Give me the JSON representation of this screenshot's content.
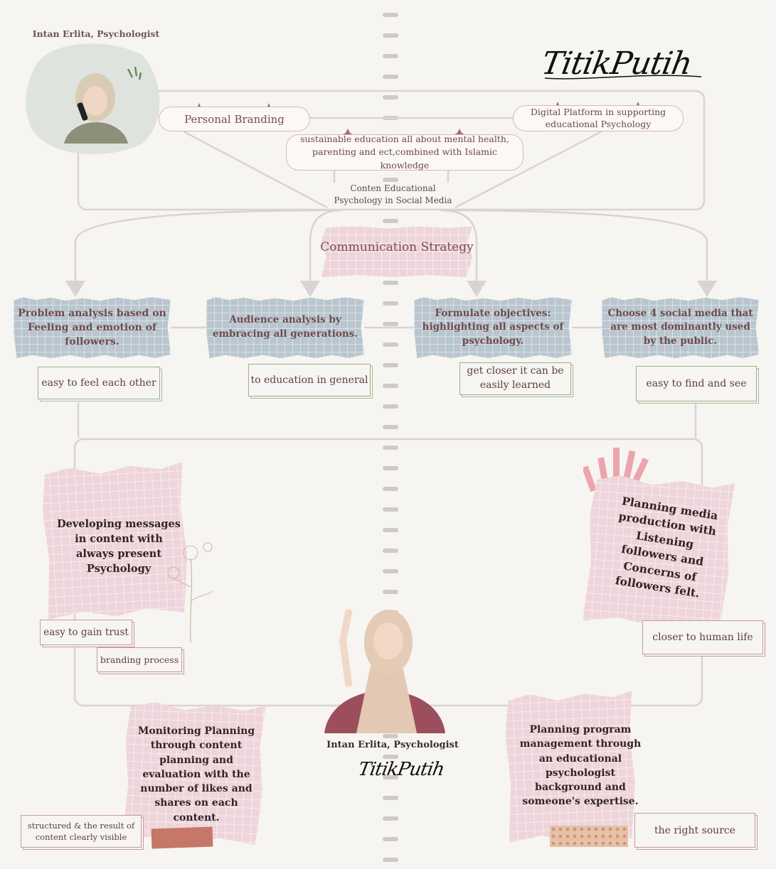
{
  "top_photo": {
    "caption": "Intan Erlita, Psychologist"
  },
  "logo_text": "TitikPutih",
  "top": {
    "personal_branding": "Personal Branding",
    "digital_platform": "Digital Platform in supporting educational  Psychology",
    "sustainable": "sustainable education all about mental health, parenting and ect,combined with Islamic knowledge",
    "conten": "Conten Educational Psychology in Social Media"
  },
  "strategy_title": "Communication Strategy",
  "analysis": [
    {
      "text": "Problem analysis based on Feeling and emotion of followers.",
      "tag": "easy to feel each other"
    },
    {
      "text": "Audience analysis by embracing all generations.",
      "tag": "to education in general"
    },
    {
      "text": "Formulate objectives: highlighting all aspects of psychology.",
      "tag": "get closer it can be easily learned"
    },
    {
      "text": "Choose 4 social media that are most dominantly used by the public.",
      "tag": "easy to find and see"
    }
  ],
  "notes": {
    "developing": "Developing messages in content with  always present  Psychology",
    "developing_tag1": "easy to gain trust",
    "developing_tag2": "branding process",
    "planning_media": "Planning media production with Listening followers and Concerns of followers felt.",
    "planning_media_tag": "closer to human life",
    "monitoring": "Monitoring Planning through content planning and evaluation with the number of likes and shares on each content.",
    "monitoring_tag": "structured &  the result of content clearly visible",
    "program": "Planning program management through an educational psychologist background and someone's expertise.",
    "program_tag": "the right source"
  },
  "bottom_photo": {
    "caption": "Intan Erlita, Psychologist",
    "logo_text": "TitikPutih"
  },
  "colors": {
    "background": "#f7f5f1",
    "paper_blue": "#b9c6cf",
    "paper_pink": "#eed5db",
    "line": "#d9d3d3",
    "accent": "#8a5a60"
  }
}
